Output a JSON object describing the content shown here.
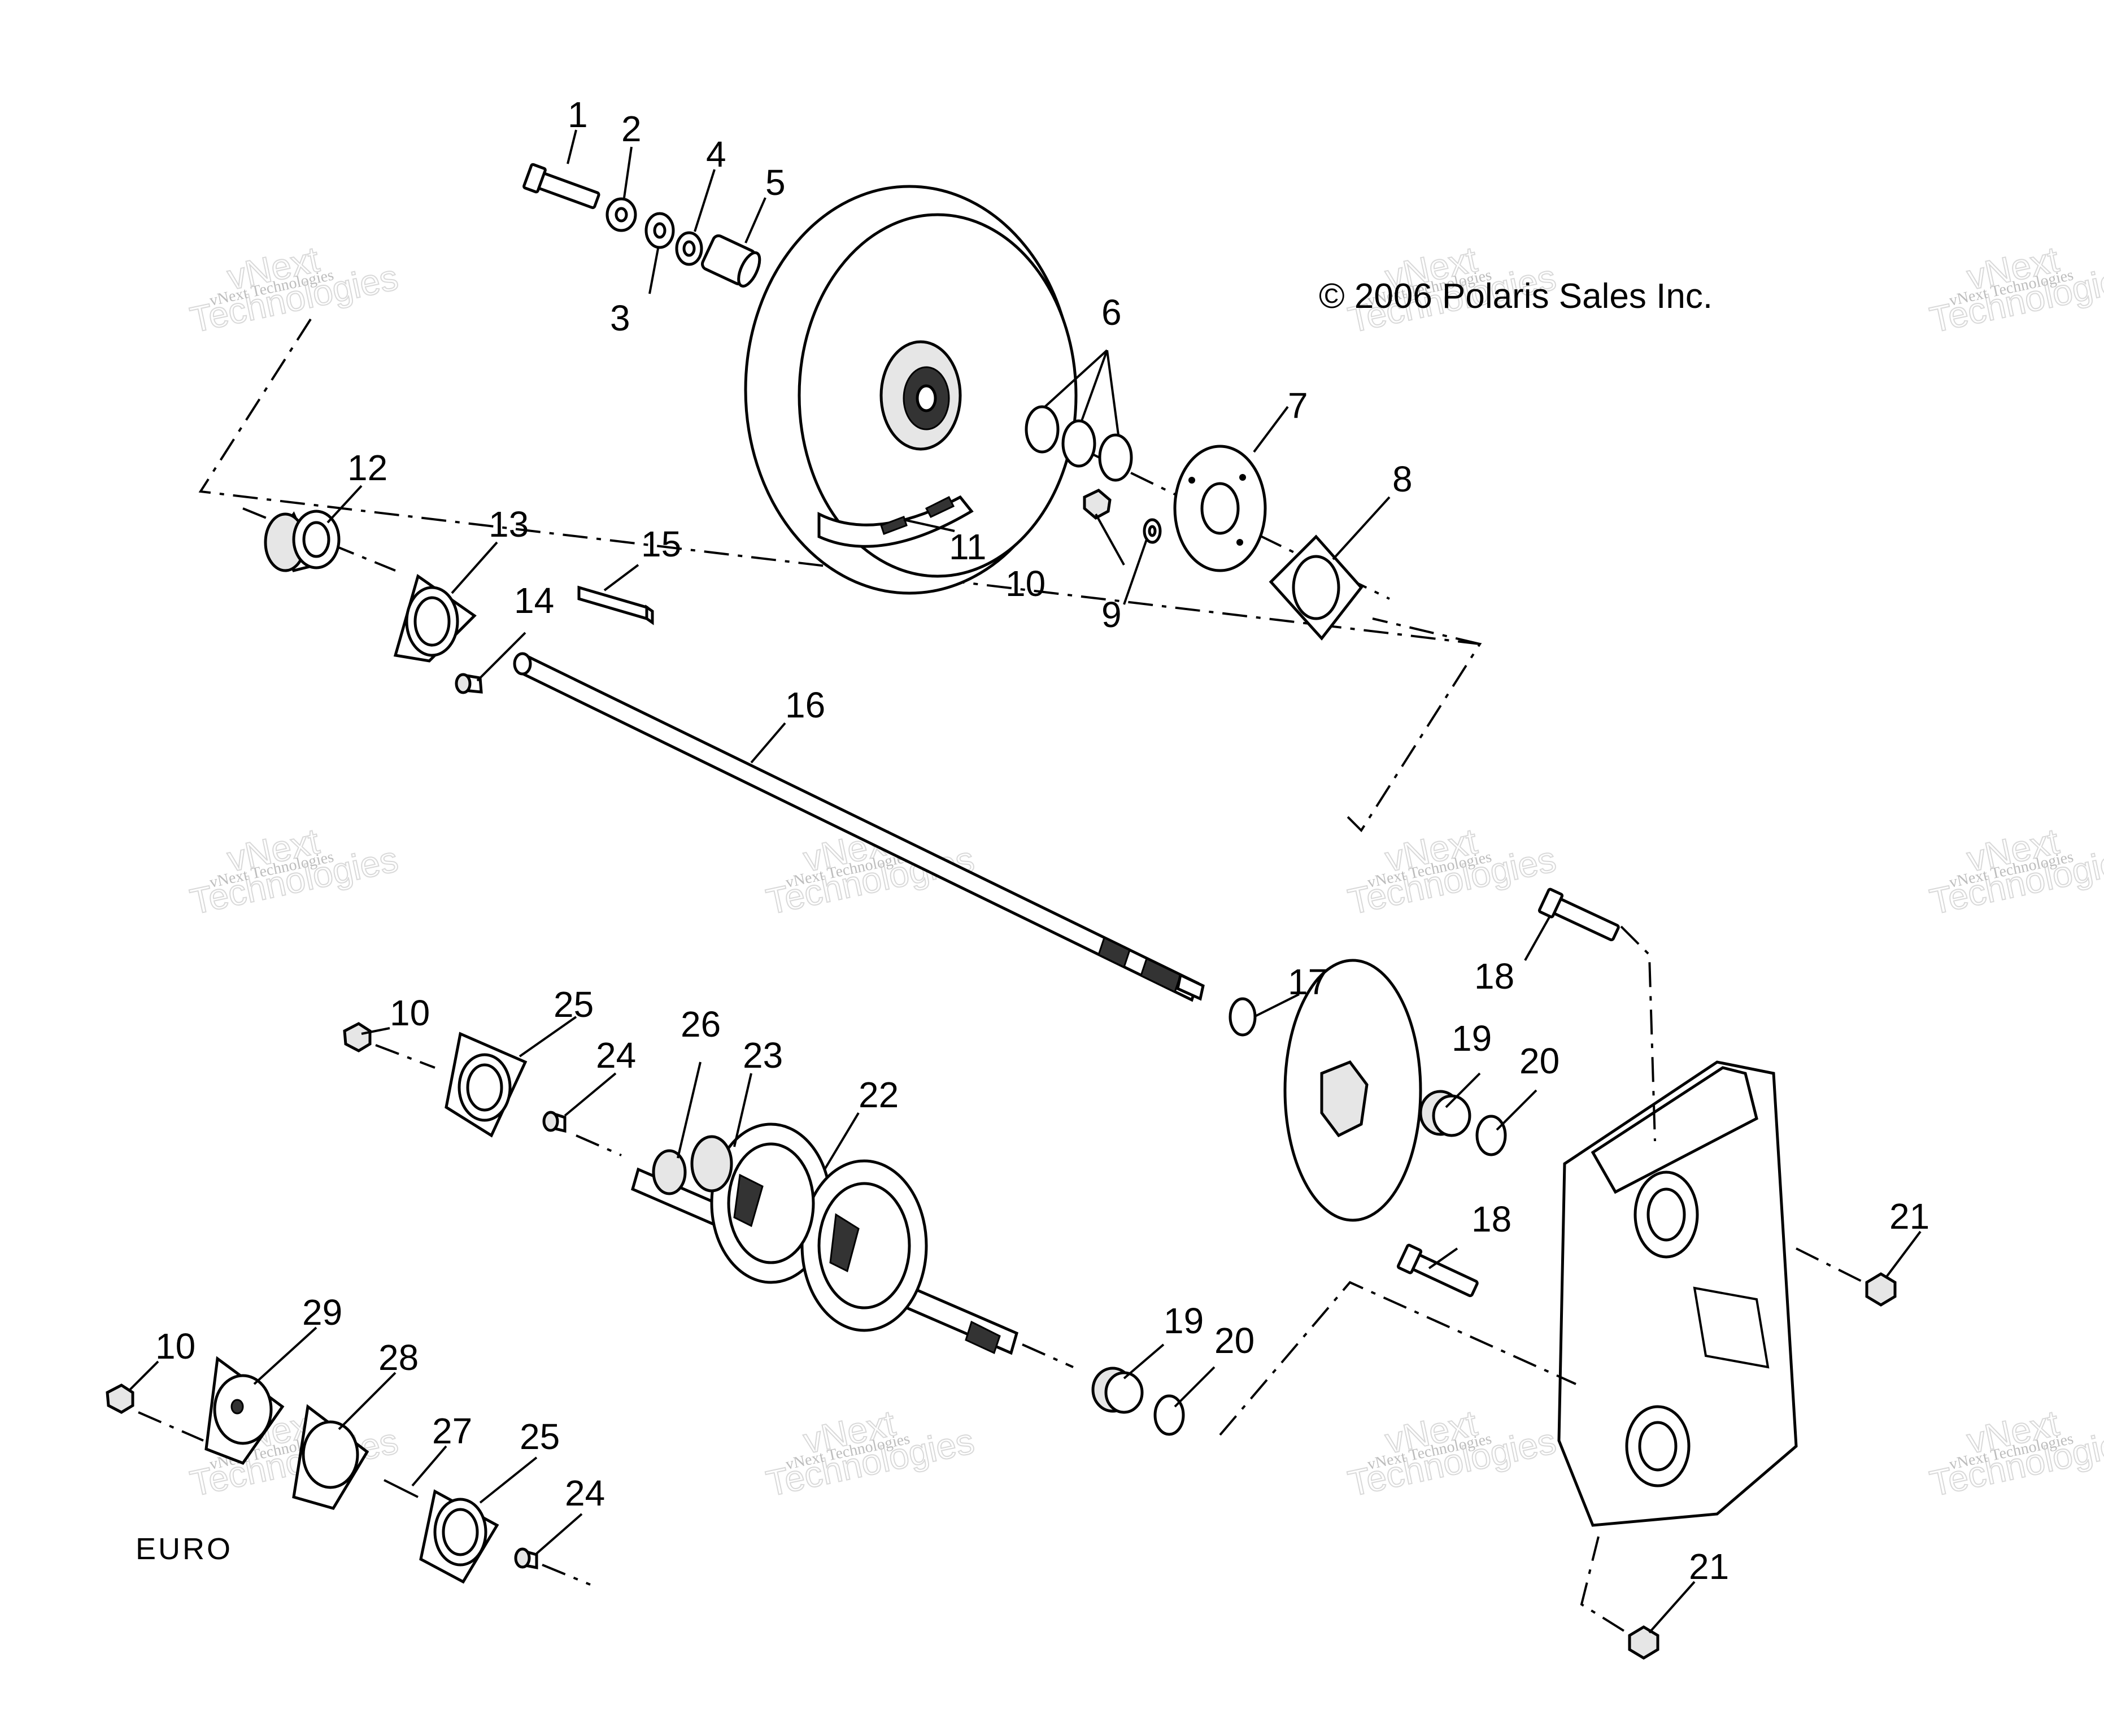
{
  "copyright": "© 2006 Polaris Sales Inc.",
  "variant_label": "EURO",
  "watermark": {
    "line1": "vNext",
    "line2": "Technologies",
    "small": "vNext Technologies"
  },
  "callouts": [
    "1",
    "2",
    "3",
    "4",
    "5",
    "6",
    "7",
    "8",
    "9",
    "10",
    "11",
    "12",
    "13",
    "14",
    "15",
    "16",
    "17",
    "18",
    "19",
    "20",
    "21",
    "22",
    "23",
    "24",
    "25",
    "26",
    "27",
    "28",
    "29"
  ],
  "euro_callouts": [
    "10",
    "29",
    "28",
    "27",
    "25",
    "24"
  ],
  "repeat_callouts": [
    "10",
    "24",
    "25",
    "18",
    "19",
    "20",
    "21"
  ]
}
